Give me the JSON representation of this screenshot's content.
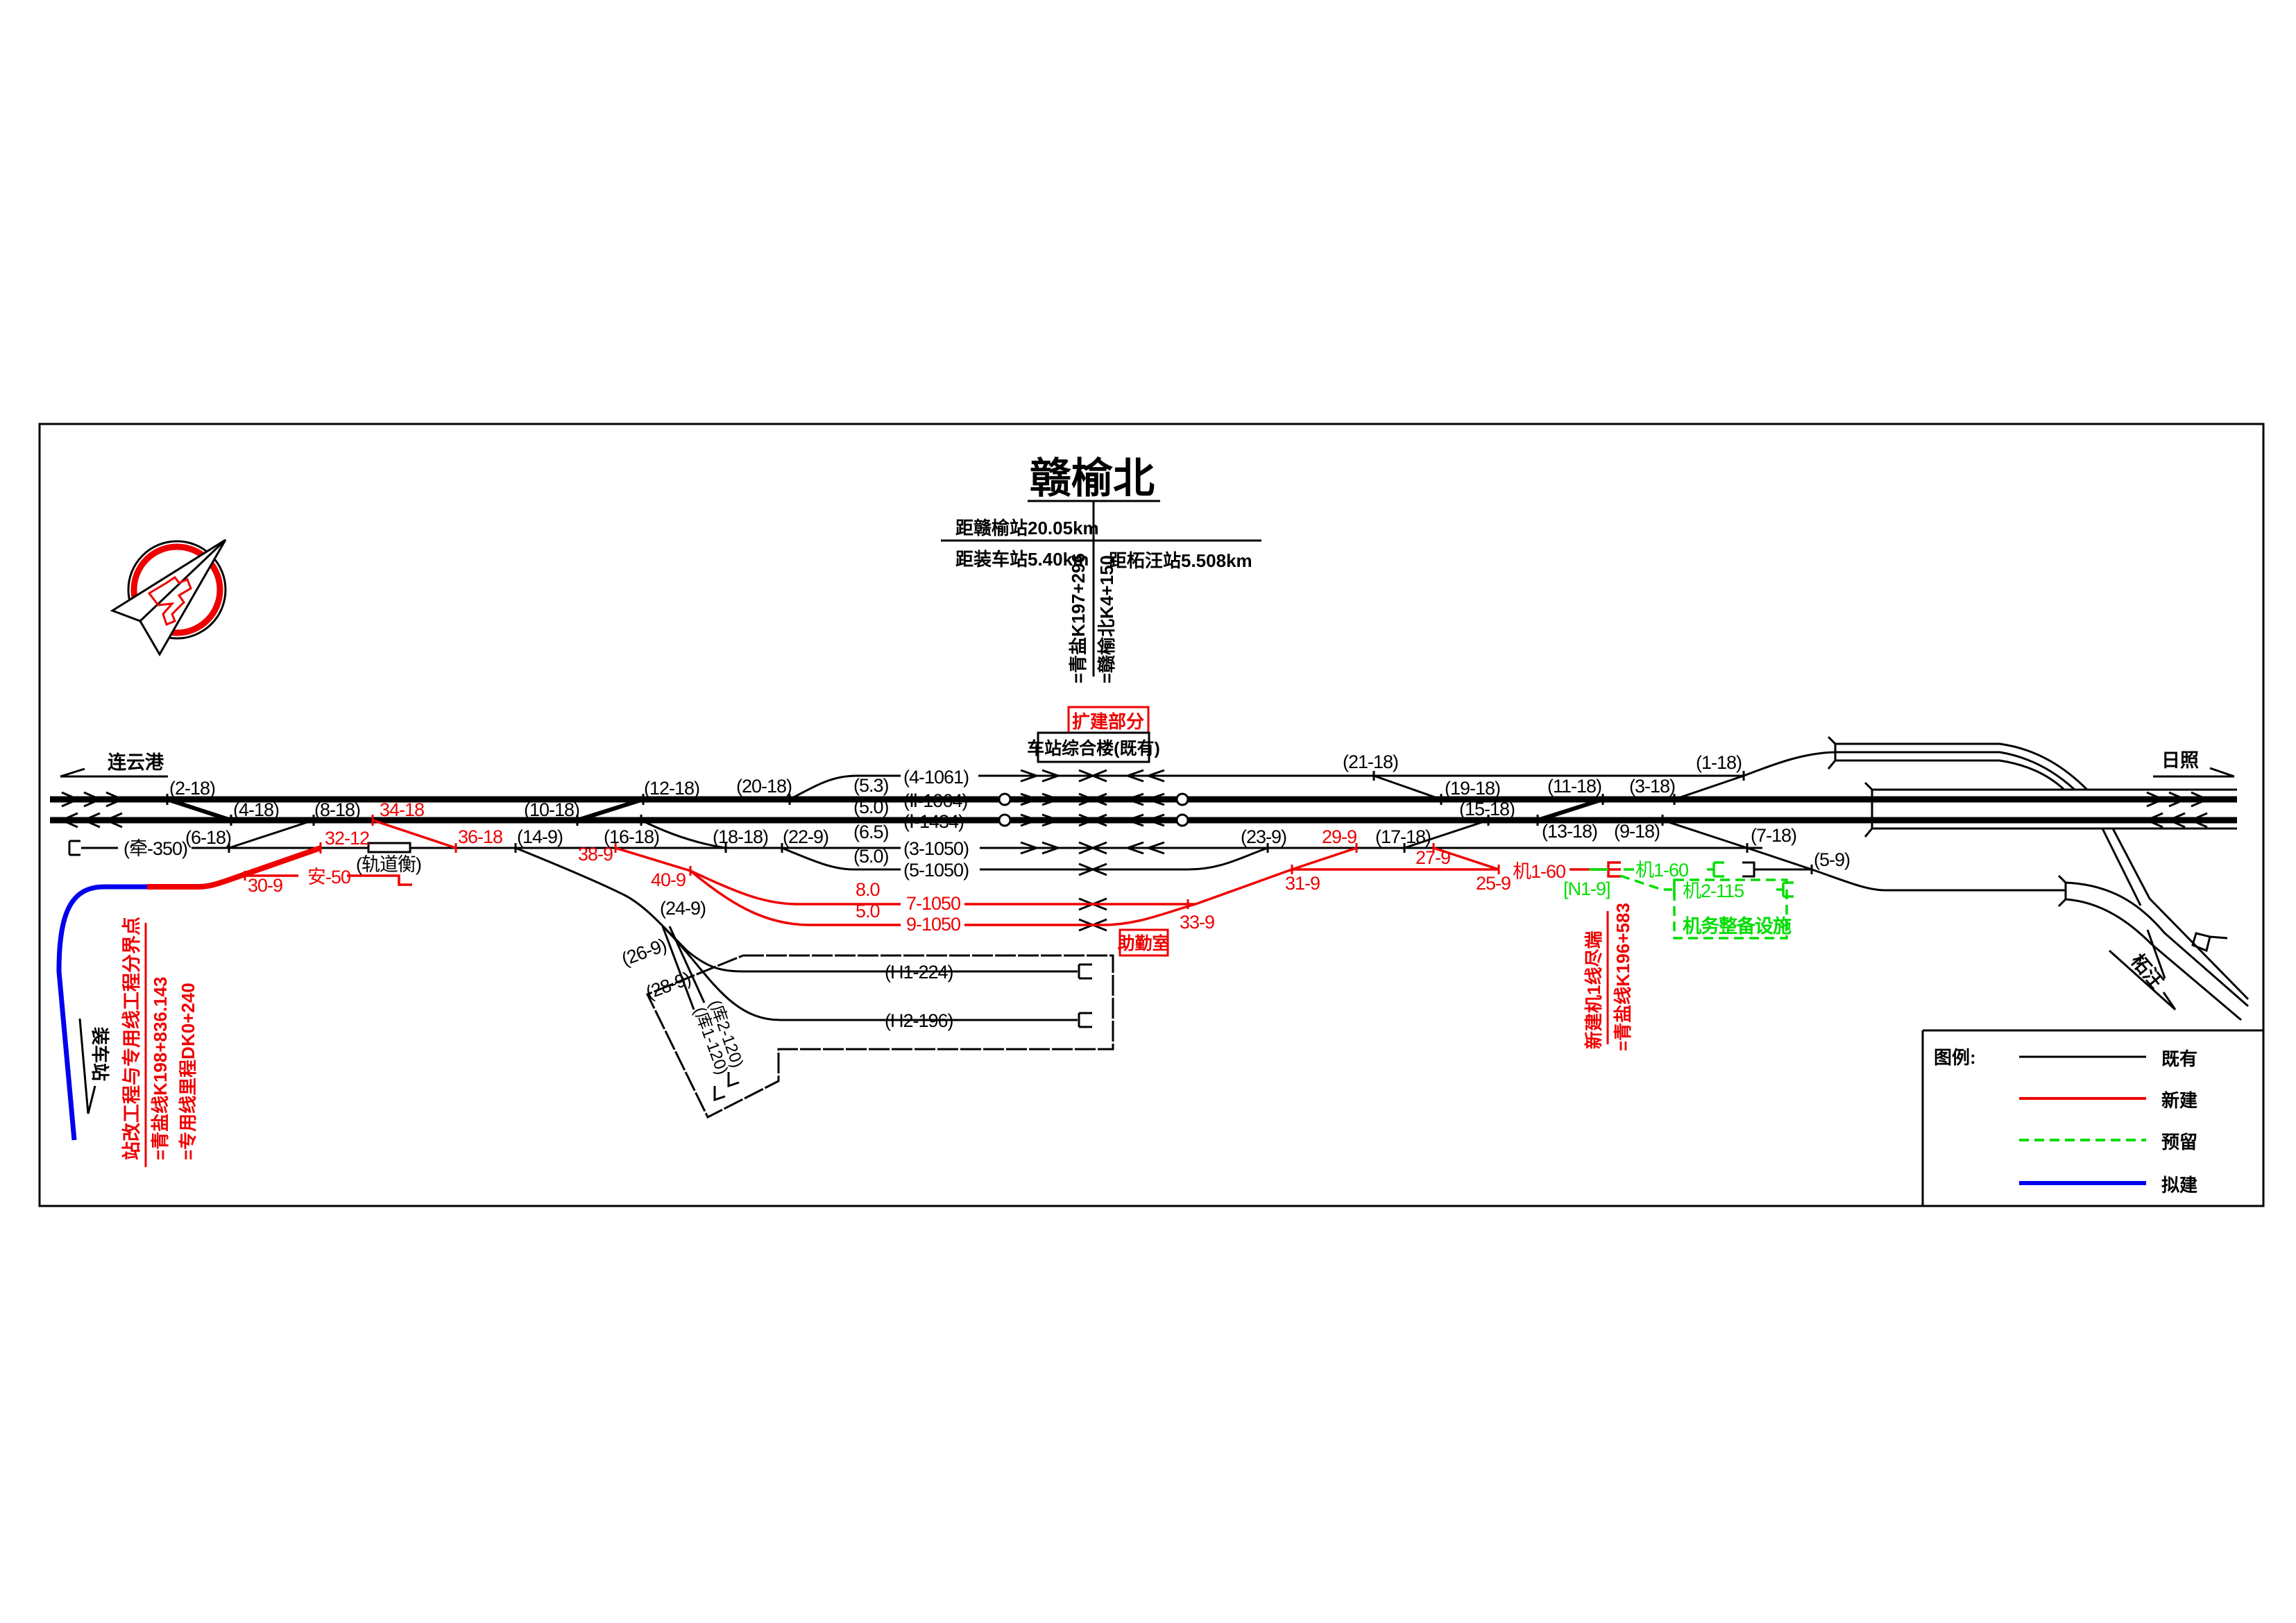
{
  "station": {
    "name": "赣榆北",
    "dist_ganyu": "距赣榆站20.05km",
    "dist_zhuangche": "距装车站5.40km",
    "dist_zhewang": "距柘汪站5.508km",
    "mileage_qingyan": "=青盐K197+296",
    "mileage_ganyubei": "=赣榆北K4+150",
    "expansion": "扩建部分",
    "building": "车站综合楼(既有)"
  },
  "directions": {
    "left": "连云港",
    "right": "日照",
    "zhewang": "柘汪",
    "zhuangche": "装车站"
  },
  "tracks": {
    "t4": "(4-1061)",
    "tII": "(Ⅱ-1064)",
    "tI": "(Ⅰ-1434)",
    "t3": "(3-1050)",
    "t5": "(5-1050)",
    "t7": "7-1050",
    "t9": "9-1050",
    "g53": "(5.3)",
    "g50a": "(5.0)",
    "g65": "(6.5)",
    "g50b": "(5.0)",
    "g80": "8.0",
    "g50c": "5.0",
    "qian": "(牵-350)",
    "h1": "(H1-224)",
    "h2": "(H2-196)",
    "ku1": "(库1-120)",
    "ku2": "(库2-120)",
    "scale": "(轨道衡)",
    "an50": "安-50",
    "ji160": "机1-60",
    "ji160g": "机1-60",
    "ji2115": "机2-115",
    "depot": "机务整备设施",
    "n19": "[N1-9]",
    "office": "助勤室"
  },
  "switches": {
    "s2_18": "(2-18)",
    "s4_18": "(4-18)",
    "s8_18": "(8-18)",
    "s6_18": "(6-18)",
    "s10_18": "(10-18)",
    "s12_18": "(12-18)",
    "s14_9": "(14-9)",
    "s16_18": "(16-18)",
    "s20_18": "(20-18)",
    "s18_18": "(18-18)",
    "s22_9": "(22-9)",
    "s24_9": "(24-9)",
    "s26_9": "(26-9)",
    "s28_9": "(28-9)",
    "s21_18": "(21-18)",
    "s19_18": "(19-18)",
    "s15_18": "(15-18)",
    "s11_18": "(11-18)",
    "s3_18": "(3-18)",
    "s1_18": "(1-18)",
    "s23_9": "(23-9)",
    "s17_18": "(17-18)",
    "s13_18": "(13-18)",
    "s9_18": "(9-18)",
    "s7_18": "(7-18)",
    "s5_9": "(5-9)"
  },
  "new_switches": {
    "s34_18": "34-18",
    "s32_12": "32-12",
    "s36_18": "36-18",
    "s38_9": "38-9",
    "s40_9": "40-9",
    "s30_9": "30-9",
    "s33_9": "33-9",
    "s31_9": "31-9",
    "s29_9": "29-9",
    "s27_9": "27-9",
    "s25_9": "25-9"
  },
  "notes": {
    "boundary": "站改工程与专用线工程分界点",
    "boundary_qy": "=青盐线K198+836.143",
    "boundary_dk": "=专用线里程DK0+240",
    "end_ji1": "新建机1线尽端",
    "end_ji1_qy": "=青盐线K196+583"
  },
  "legend": {
    "title": "图例:",
    "items": [
      {
        "label": "既有",
        "color": "#000000"
      },
      {
        "label": "新建",
        "color": "#ee0000"
      },
      {
        "label": "预留",
        "color": "#00dd00"
      },
      {
        "label": "拟建",
        "color": "#0000ee"
      }
    ]
  }
}
